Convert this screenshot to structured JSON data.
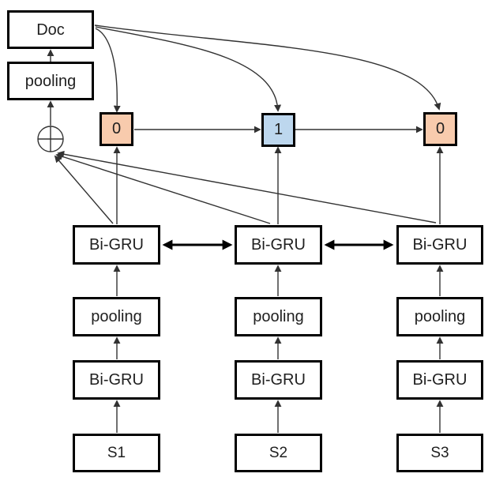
{
  "doc_column": {
    "doc": "Doc",
    "pooling": "pooling",
    "sum_icon": "circled-plus"
  },
  "gates": [
    {
      "label": "0",
      "fill": "#F8CBAD"
    },
    {
      "label": "1",
      "fill": "#BDD7EE"
    },
    {
      "label": "0",
      "fill": "#F8CBAD"
    }
  ],
  "columns": [
    {
      "sentence_gru": "Bi-GRU",
      "pooling": "pooling",
      "word_gru": "Bi-GRU",
      "input": "S1"
    },
    {
      "sentence_gru": "Bi-GRU",
      "pooling": "pooling",
      "word_gru": "Bi-GRU",
      "input": "S2"
    },
    {
      "sentence_gru": "Bi-GRU",
      "pooling": "pooling",
      "word_gru": "Bi-GRU",
      "input": "S3"
    }
  ],
  "colors": {
    "gate_orange": "#F8CBAD",
    "gate_blue": "#BDD7EE",
    "box_border": "#000000",
    "thin_line": "#323232",
    "thick_line": "#000000",
    "background": "#FFFFFF"
  }
}
